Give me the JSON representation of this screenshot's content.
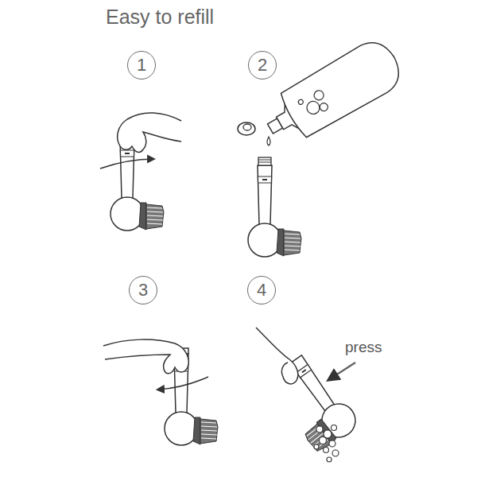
{
  "diagram": {
    "title": "Easy to refill",
    "nodes": [
      {
        "text": [
          "1"
        ]
      },
      {
        "text": [
          "2"
        ]
      },
      {
        "text": [
          "3"
        ]
      },
      {
        "text": [
          "4"
        ]
      }
    ],
    "labels": [
      "press"
    ]
  }
}
